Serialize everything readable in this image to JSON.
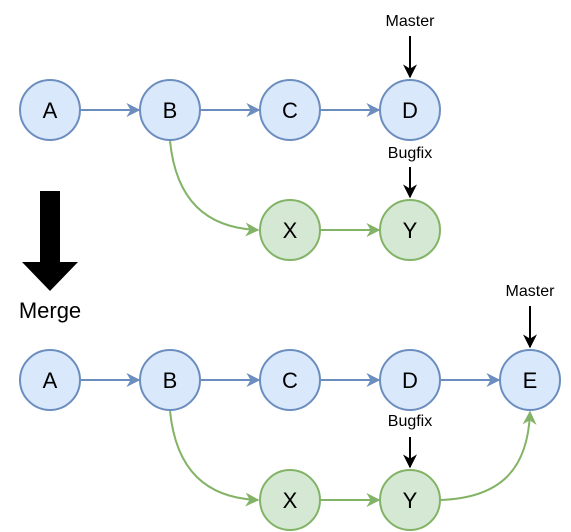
{
  "colors": {
    "main_fill": "#dae8fc",
    "main_stroke": "#6c8ebf",
    "branch_fill": "#d5e8d4",
    "branch_stroke": "#82b366",
    "pointer": "#000000"
  },
  "before": {
    "nodes": {
      "a": "A",
      "b": "B",
      "c": "C",
      "d": "D",
      "x": "X",
      "y": "Y"
    },
    "labels": {
      "master": "Master",
      "bugfix": "Bugfix"
    }
  },
  "merge": {
    "label": "Merge"
  },
  "after": {
    "nodes": {
      "a": "A",
      "b": "B",
      "c": "C",
      "d": "D",
      "e": "E",
      "x": "X",
      "y": "Y"
    },
    "labels": {
      "master": "Master",
      "bugfix": "Bugfix"
    }
  }
}
